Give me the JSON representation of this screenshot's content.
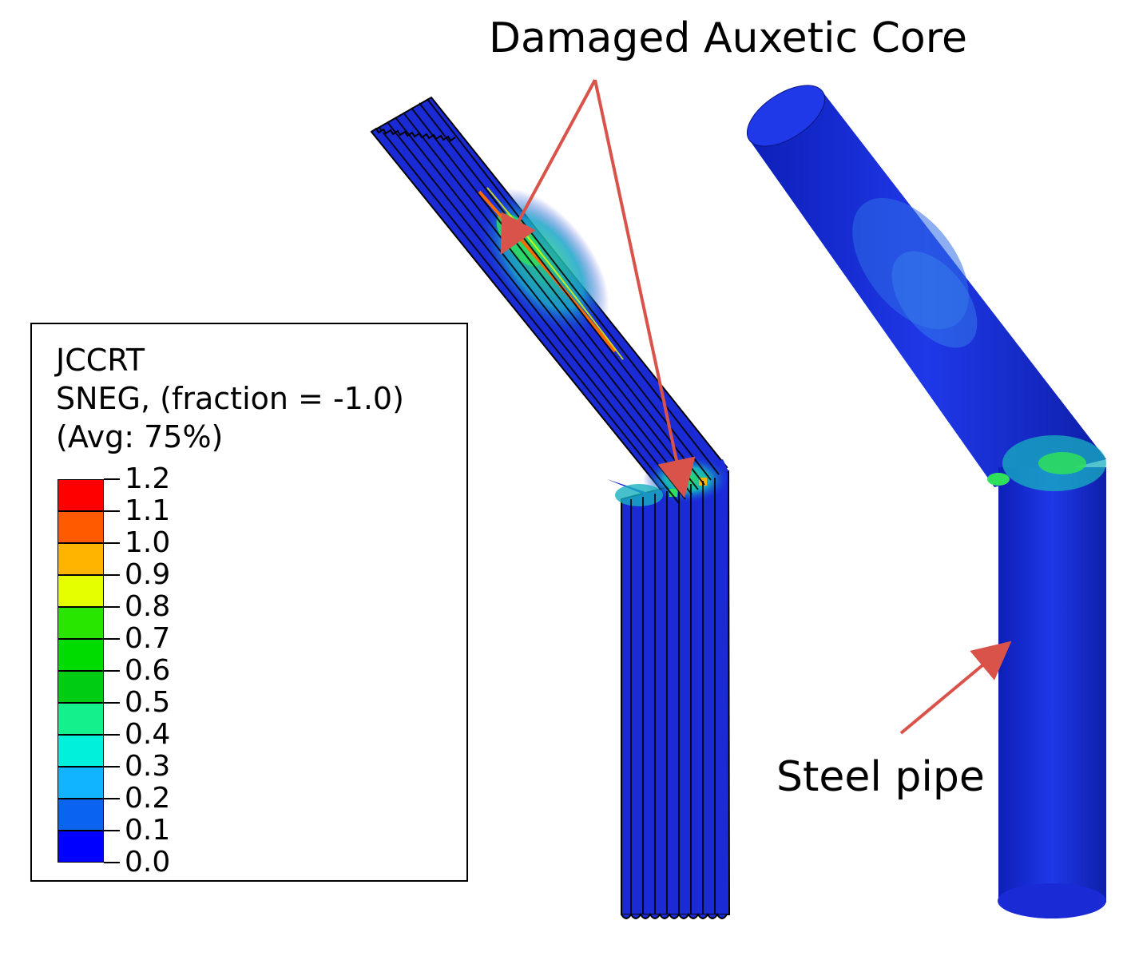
{
  "annotations": {
    "damaged_core": "Damaged Auxetic Core",
    "steel_pipe": "Steel pipe"
  },
  "legend": {
    "variable": "JCCRT",
    "section": "SNEG, (fraction = -1.0)",
    "averaging": "(Avg: 75%)",
    "ticks": [
      "1.2",
      "1.1",
      "1.0",
      "0.9",
      "0.8",
      "0.7",
      "0.6",
      "0.5",
      "0.4",
      "0.3",
      "0.2",
      "0.1",
      "0.0"
    ],
    "colors": [
      "#ff0000",
      "#ff5a00",
      "#ffb400",
      "#e6ff00",
      "#28e600",
      "#00dc00",
      "#00cc14",
      "#14f08c",
      "#00f0dc",
      "#10b4ff",
      "#0a64f0",
      "#0000ff"
    ]
  },
  "palette": {
    "pipe_blue": "#1a2bd6",
    "arrow": "#d9534a"
  }
}
